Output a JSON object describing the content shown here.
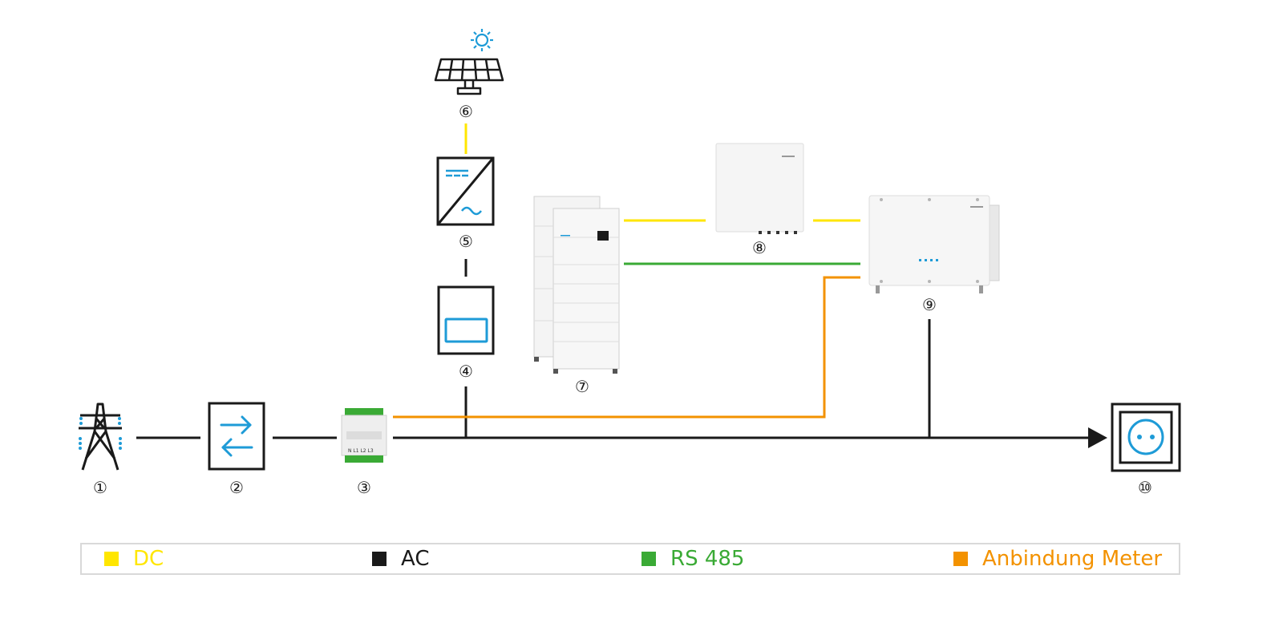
{
  "colors": {
    "dc": "#ffe600",
    "ac": "#1a1a1a",
    "rs485": "#3aaa35",
    "meter": "#f39200",
    "icon_blue": "#1e9bd7"
  },
  "components": [
    {
      "id": "1",
      "label": "①",
      "icon": "power-pylon-icon"
    },
    {
      "id": "2",
      "label": "②",
      "icon": "bidirectional-arrows-icon"
    },
    {
      "id": "3",
      "label": "③",
      "icon": "energy-meter-icon"
    },
    {
      "id": "4",
      "label": "④",
      "icon": "meter-box-icon"
    },
    {
      "id": "5",
      "label": "⑤",
      "icon": "pv-inverter-icon"
    },
    {
      "id": "6",
      "label": "⑥",
      "icon": "solar-panel-icon"
    },
    {
      "id": "7",
      "label": "⑦",
      "icon": "battery-stack-icon"
    },
    {
      "id": "8",
      "label": "⑧",
      "icon": "battery-controller-icon"
    },
    {
      "id": "9",
      "label": "⑨",
      "icon": "hybrid-inverter-icon"
    },
    {
      "id": "10",
      "label": "⑩",
      "icon": "power-socket-icon"
    }
  ],
  "legend": [
    {
      "label": "DC",
      "color": "#ffe600"
    },
    {
      "label": "AC",
      "color": "#1a1a1a"
    },
    {
      "label": "RS 485",
      "color": "#3aaa35"
    },
    {
      "label": "Anbindung Meter",
      "color": "#f39200"
    }
  ]
}
